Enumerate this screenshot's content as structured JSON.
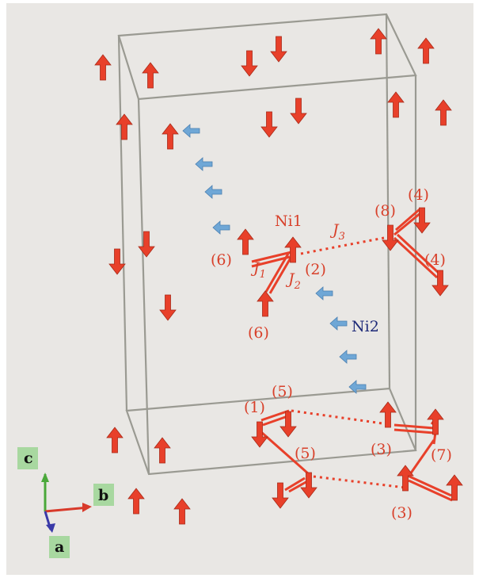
{
  "figure": {
    "background_color": "#e9e7e4",
    "up_spin_color": "#e8402a",
    "down_spin_color": "#e8402a",
    "ni2_spin_color": "#6fa7d6",
    "bond_color": "#e8402a",
    "cell_edge_color": "#9a9a92",
    "ni1_label_color": "#d8402a",
    "ni2_label_color": "#1e2a78"
  },
  "labels": {
    "ni1": "Ni1",
    "ni2": "Ni2",
    "j1": "J",
    "j1_sub": "1",
    "j2": "J",
    "j2_sub": "2",
    "j3": "J",
    "j3_sub": "3",
    "n6a": "(6)",
    "n6b": "(6)",
    "n2": "(2)",
    "n8": "(8)",
    "n4a": "(4)",
    "n4b": "(4)",
    "n1": "(1)",
    "n5a": "(5)",
    "n5b": "(5)",
    "n3a": "(3)",
    "n3b": "(3)",
    "n7": "(7)"
  },
  "axes": {
    "c": "c",
    "b": "b",
    "a": "a",
    "c_color": "#4aa83a",
    "b_color": "#d83a2a",
    "a_color": "#3a3aa8",
    "label_box_color": "#a8d8a0"
  }
}
